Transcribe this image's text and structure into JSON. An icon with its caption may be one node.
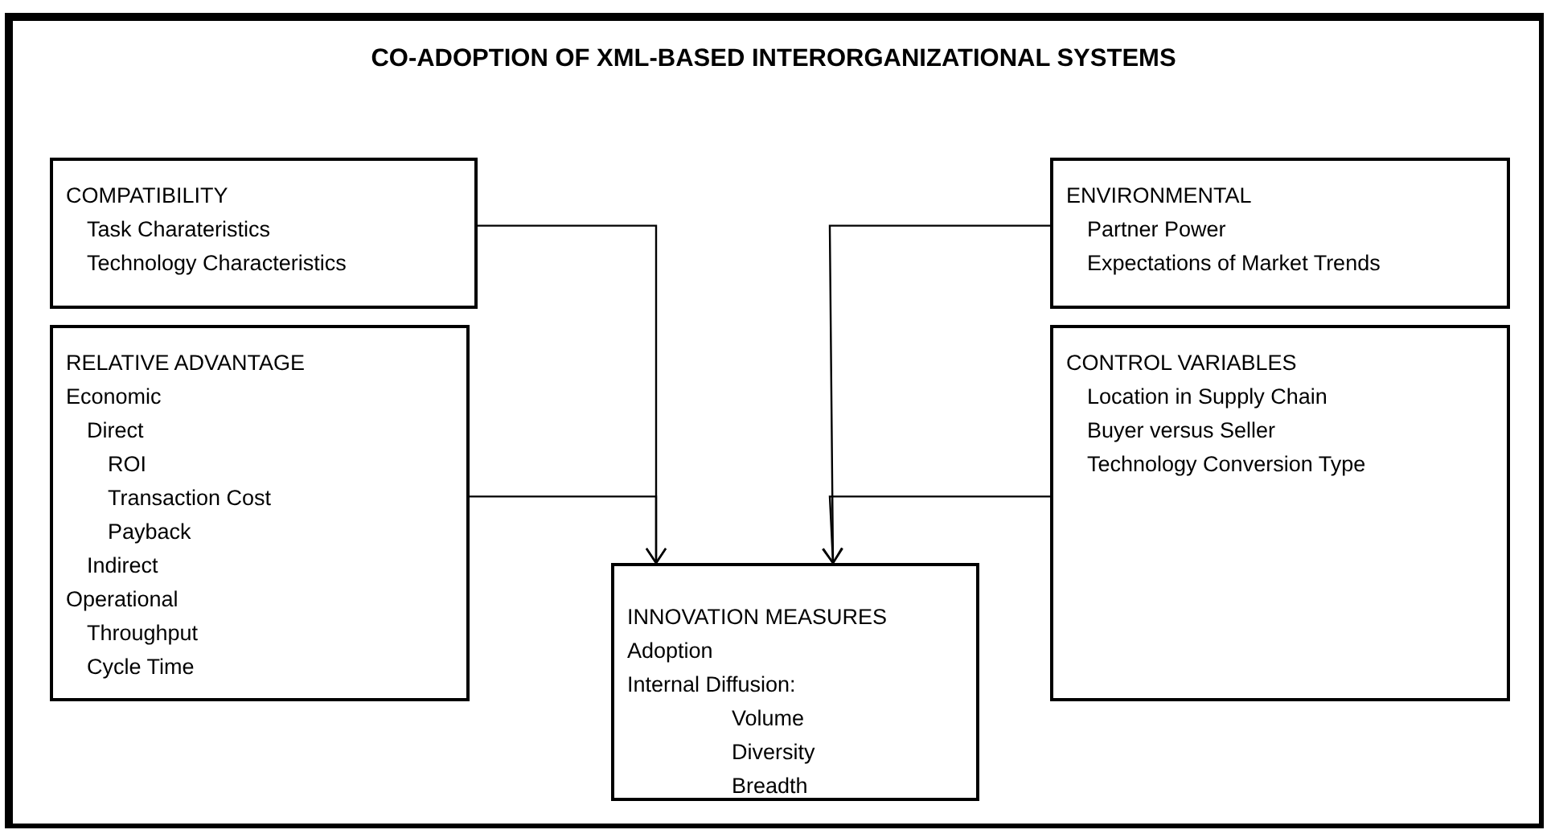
{
  "diagram": {
    "title": "CO-ADOPTION OF XML-BASED INTERORGANIZATIONAL SYSTEMS",
    "nodes": [
      {
        "text": [
          "COMPATIBILITY",
          "Task Charateristics",
          "Technology Characteristics"
        ]
      },
      {
        "text": [
          "ENVIRONMENTAL",
          "Partner Power",
          "Expectations of Market Trends"
        ]
      },
      {
        "text": [
          "RELATIVE ADVANTAGE",
          "Economic",
          "Direct",
          "ROI",
          "Transaction Cost",
          "Payback",
          "Indirect",
          "Operational",
          "Throughput",
          "Cycle Time"
        ]
      },
      {
        "text": [
          "CONTROL VARIABLES",
          "Location in Supply Chain",
          "Buyer versus Seller",
          "Technology Conversion Type"
        ]
      },
      {
        "text": [
          "INNOVATION MEASURES",
          "Adoption",
          "Internal Diffusion:",
          "Volume",
          "Diversity",
          "Breadth"
        ]
      }
    ],
    "edges": [
      {
        "from": 0,
        "to": 4,
        "arrow": "to"
      },
      {
        "from": 2,
        "to": 4,
        "arrow": "to"
      },
      {
        "from": 1,
        "to": 4,
        "arrow": "to"
      },
      {
        "from": 3,
        "to": 4,
        "arrow": "to"
      }
    ]
  }
}
